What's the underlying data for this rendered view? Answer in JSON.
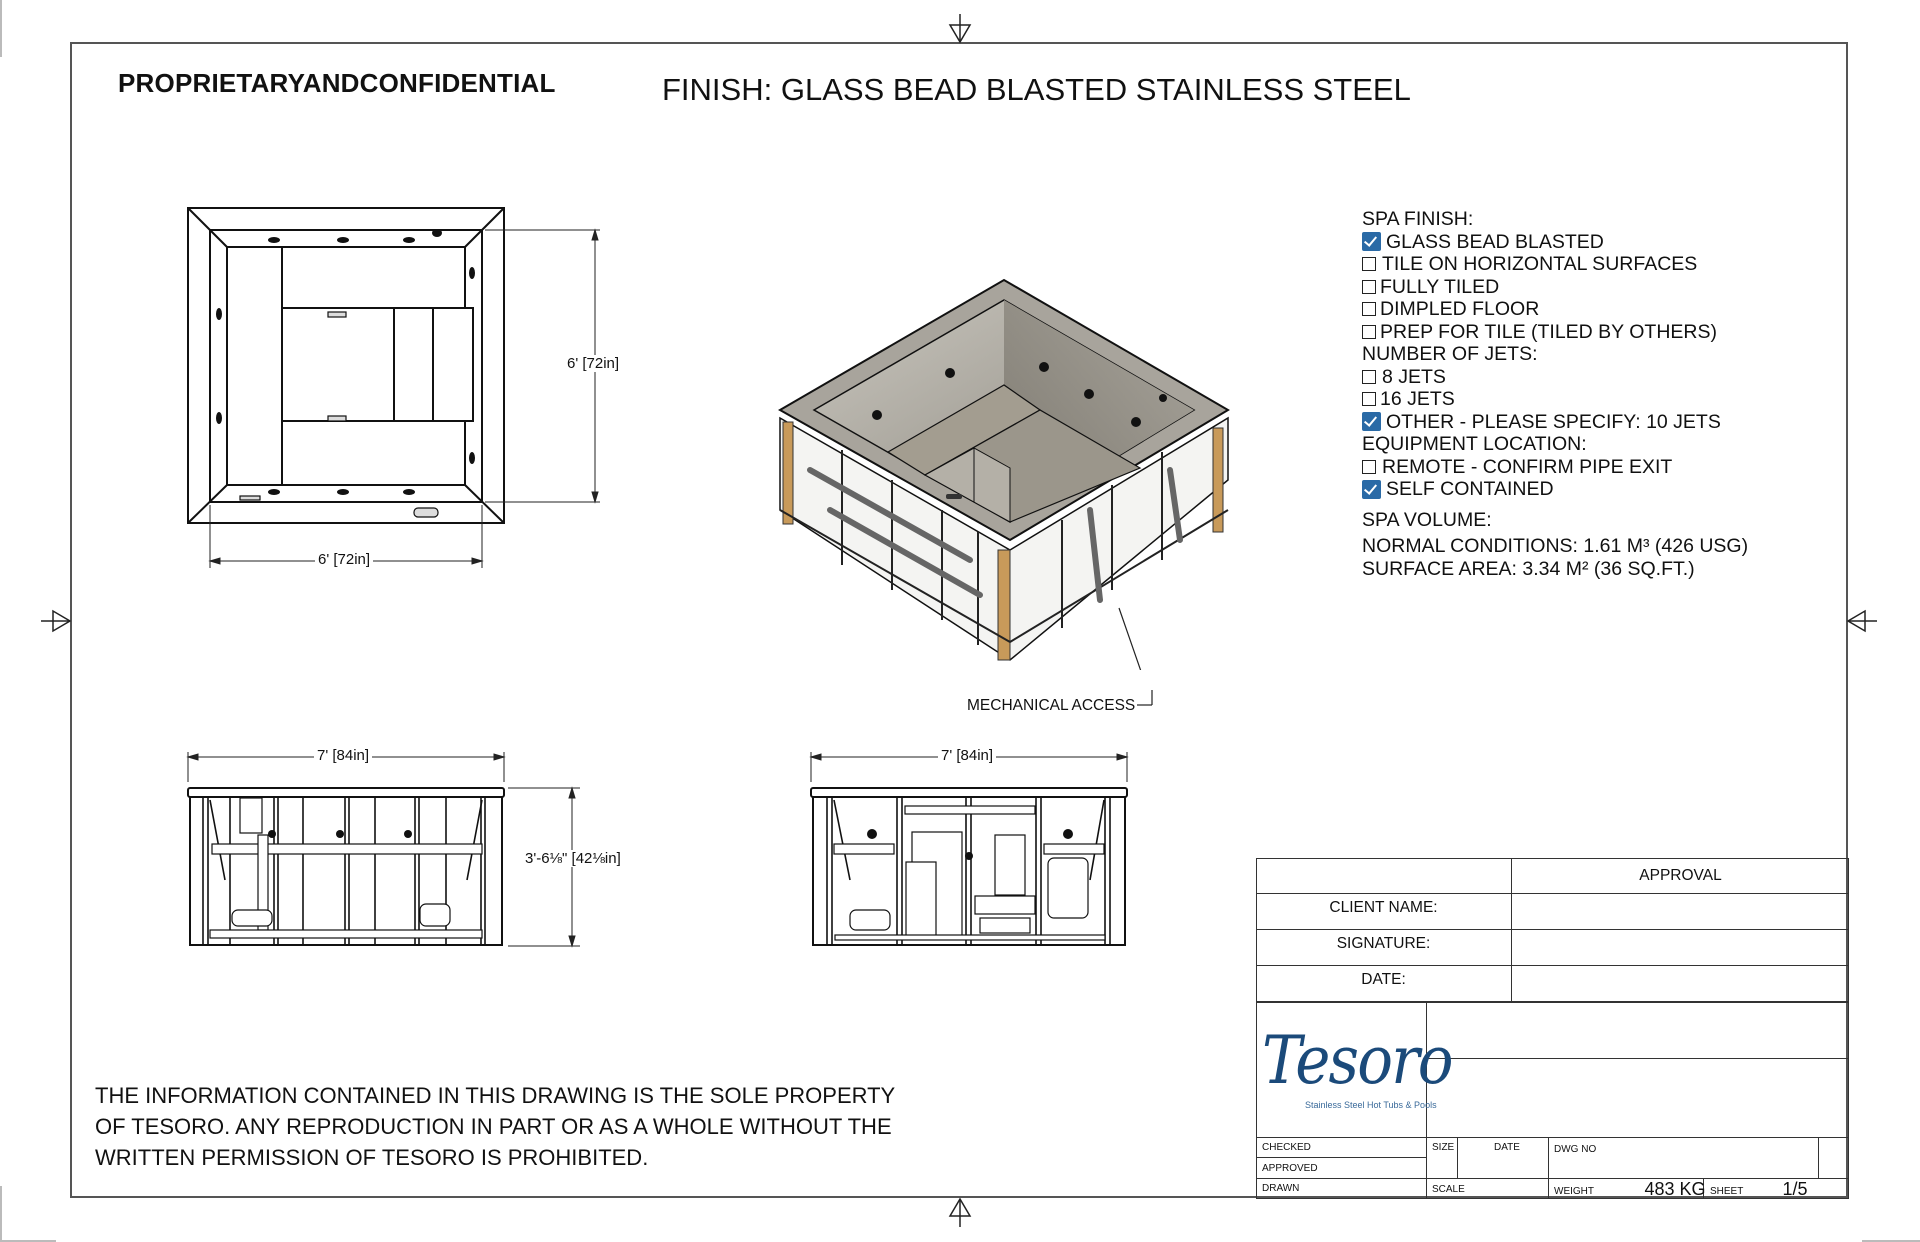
{
  "header": {
    "confidential": "PROPRIETARYANDCONFIDENTIAL",
    "finish_title": "FINISH: GLASS BEAD BLASTED STAINLESS STEEL"
  },
  "views": {
    "top_view": {
      "width_label": "6' [72in]",
      "depth_label": "6' [72in]"
    },
    "isometric": {
      "callout": "MECHANICAL ACCESS"
    },
    "side_view": {
      "width_label": "7' [84in]",
      "height_label": "3'-6⅛\" [42⅛in]"
    },
    "front_view": {
      "width_label": "7' [84in]"
    }
  },
  "spec": {
    "spa_finish_heading": "SPA FINISH:",
    "spa_finish": [
      {
        "label": "GLASS BEAD BLASTED",
        "checked": true
      },
      {
        "label": "TILE ON HORIZONTAL SURFACES",
        "checked": false
      },
      {
        "label": "FULLY TILED",
        "checked": false
      },
      {
        "label": "DIMPLED FLOOR",
        "checked": false
      },
      {
        "label": "PREP FOR TILE (TILED BY OTHERS)",
        "checked": false
      }
    ],
    "jets_heading": "NUMBER OF JETS:",
    "jets": [
      {
        "label": "8 JETS",
        "checked": false
      },
      {
        "label": "16 JETS",
        "checked": false
      },
      {
        "label": "OTHER - PLEASE SPECIFY: 10 JETS",
        "checked": true
      }
    ],
    "equipment_heading": "EQUIPMENT LOCATION:",
    "equipment": [
      {
        "label": "REMOTE - CONFIRM PIPE EXIT",
        "checked": false
      },
      {
        "label": "SELF CONTAINED",
        "checked": true
      }
    ],
    "volume_heading": "SPA VOLUME:",
    "normal_conditions": "NORMAL CONDITIONS: 1.61 M³ (426 USG)",
    "surface_area": "SURFACE AREA: 3.34 M² (36 SQ.FT.)"
  },
  "approval": {
    "heading": "APPROVAL",
    "client_name": "CLIENT NAME:",
    "signature": "SIGNATURE:",
    "date": "DATE:"
  },
  "title_block": {
    "logo_text": "Tesoro",
    "logo_tagline": "Stainless Steel Hot Tubs & Pools",
    "checked": "CHECKED",
    "approved": "APPROVED",
    "drawn": "DRAWN",
    "size": "SIZE",
    "date": "DATE",
    "dwg_no": "DWG NO",
    "scale": "SCALE",
    "weight_label": "WEIGHT",
    "weight_value": "483 KG",
    "sheet_label": "SHEET",
    "sheet_value": "1/5"
  },
  "disclaimer": {
    "line1": "THE INFORMATION CONTAINED IN THIS DRAWING IS THE SOLE PROPERTY",
    "line2": "OF TESORO. ANY REPRODUCTION IN PART OR AS A WHOLE WITHOUT THE",
    "line3": "WRITTEN PERMISSION OF TESORO IS PROHIBITED."
  },
  "colors": {
    "check_blue": "#2a6aa6",
    "logo_blue": "#1b4a7a",
    "steel_gray": "#a8a49c",
    "wood": "#c89a5a"
  }
}
